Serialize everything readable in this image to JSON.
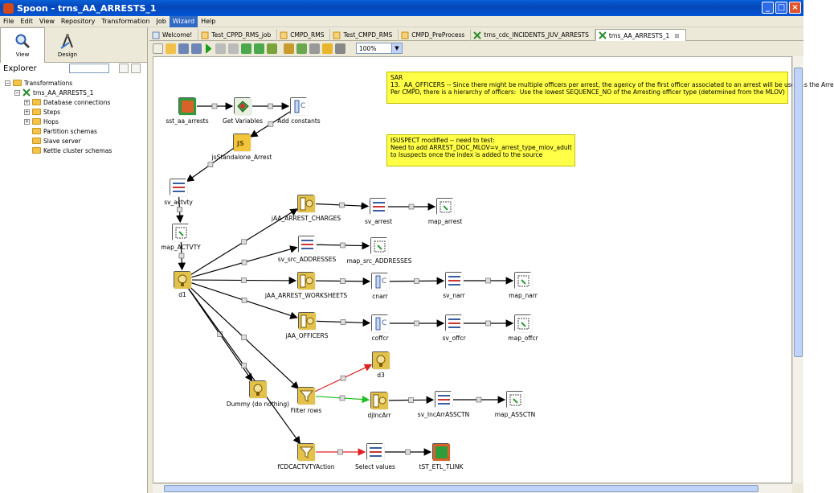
{
  "window": {
    "title": "Spoon - trns_AA_ARRESTS_1"
  },
  "menu": [
    "File",
    "Edit",
    "View",
    "Repository",
    "Transformation",
    "Job",
    "Wizard",
    "Help"
  ],
  "left": {
    "view_label": "View",
    "design_label": "Design",
    "explorer_label": "Explorer",
    "tree": [
      {
        "label": "Transformations",
        "level": 0,
        "expander": "−",
        "icon": "folder"
      },
      {
        "label": "trns_AA_ARRESTS_1",
        "level": 1,
        "expander": "−",
        "icon": "hop"
      },
      {
        "label": "Database connections",
        "level": 2,
        "expander": "+",
        "icon": "folder"
      },
      {
        "label": "Steps",
        "level": 2,
        "expander": "+",
        "icon": "folder"
      },
      {
        "label": "Hops",
        "level": 2,
        "expander": "+",
        "icon": "folder"
      },
      {
        "label": "Partition schemas",
        "level": 2,
        "expander": "",
        "icon": "folder"
      },
      {
        "label": "Slave server",
        "level": 2,
        "expander": "",
        "icon": "folder"
      },
      {
        "label": "Kettle cluster schemas",
        "level": 2,
        "expander": "",
        "icon": "folder"
      }
    ]
  },
  "tabs": [
    {
      "label": "Welcome!",
      "icon": "welcome"
    },
    {
      "label": "Test_CPPD_RMS_job",
      "icon": "job"
    },
    {
      "label": "CMPD_RMS",
      "icon": "job"
    },
    {
      "label": "Test_CMPD_RMS",
      "icon": "job"
    },
    {
      "label": "CMPD_PreProcess",
      "icon": "job"
    },
    {
      "label": "trns_cdc_INCIDENTS_JUV_ARRESTS",
      "icon": "trans"
    },
    {
      "label": "trns_AA_ARRESTS_1",
      "icon": "trans",
      "active": true,
      "close": "⊠"
    }
  ],
  "zoom": "100%",
  "notes": [
    {
      "id": "sar-note",
      "text": "SAR\n13.  AA_OFFICERS -- Since there might be multiple officers per arrest, the agency of the first officer associated to an arrest will be used as the Arre\nPer CMPD, there is a hierarchy of officers:  Use the lowest SEQUENCE_NO of the Arresting officer type (determined from the MLOV)"
    },
    {
      "id": "isuspect-note",
      "text": "ISUSPECT modified -- need to test:\nNeed to add ARREST_DOC_MLOV=v_arrest_type_mlov_adult\nto Isuspects once the index is added to the source"
    }
  ],
  "steps": [
    {
      "id": "sst_aa_arrests",
      "label": "sst_aa_arrests",
      "kind": "table-input"
    },
    {
      "id": "get_variables",
      "label": "Get Variables",
      "kind": "get-variables"
    },
    {
      "id": "add_constants",
      "label": "Add constants",
      "kind": "constants"
    },
    {
      "id": "js_standalone",
      "label": "jsStandalone_Arrest",
      "kind": "javascript"
    },
    {
      "id": "sv_actvty",
      "label": "sv_actvty",
      "kind": "select-values"
    },
    {
      "id": "map_actvty",
      "label": "map_ACTVTY",
      "kind": "mapping"
    },
    {
      "id": "d1",
      "label": "d1",
      "kind": "dummy"
    },
    {
      "id": "jaa_arrest_charges",
      "label": "jAA_ARREST_CHARGES",
      "kind": "join"
    },
    {
      "id": "sv_arrest",
      "label": "sv_arrest",
      "kind": "select-values"
    },
    {
      "id": "map_arrest",
      "label": "map_arrest",
      "kind": "mapping"
    },
    {
      "id": "sv_src_addresses",
      "label": "sv_src_ADDRESSES",
      "kind": "select-values"
    },
    {
      "id": "map_src_addresses",
      "label": "map_src_ADDRESSES",
      "kind": "mapping"
    },
    {
      "id": "jaa_arrest_worksheets",
      "label": "jAA_ARREST_WORKSHEETS",
      "kind": "join"
    },
    {
      "id": "cnarr",
      "label": "cnarr",
      "kind": "constants"
    },
    {
      "id": "sv_narr",
      "label": "sv_narr",
      "kind": "select-values"
    },
    {
      "id": "map_narr",
      "label": "map_narr",
      "kind": "mapping"
    },
    {
      "id": "jaa_officers",
      "label": "jAA_OFFICERS",
      "kind": "join"
    },
    {
      "id": "coffcr",
      "label": "coffcr",
      "kind": "constants"
    },
    {
      "id": "sv_offcr",
      "label": "sv_offcr",
      "kind": "select-values"
    },
    {
      "id": "map_offcr",
      "label": "map_offcr",
      "kind": "mapping"
    },
    {
      "id": "dummy_do_nothing",
      "label": "Dummy (do nothing)",
      "kind": "dummy"
    },
    {
      "id": "filter_rows",
      "label": "Filter rows",
      "kind": "filter"
    },
    {
      "id": "d3",
      "label": "d3",
      "kind": "dummy"
    },
    {
      "id": "djincarr",
      "label": "djIncArr",
      "kind": "join"
    },
    {
      "id": "sv_incarrasscton",
      "label": "sv_IncArrASSCTN",
      "kind": "select-values"
    },
    {
      "id": "map_assctn",
      "label": "map_ASSCTN",
      "kind": "mapping"
    },
    {
      "id": "fcdcactvtyaction",
      "label": "fCDCACTVTYAction",
      "kind": "filter"
    },
    {
      "id": "select_values",
      "label": "Select values",
      "kind": "select-values"
    },
    {
      "id": "tst_etl_tlink",
      "label": "tST_ETL_TLINK",
      "kind": "table-output"
    }
  ],
  "colors": {
    "hop": "#000000",
    "true_hop": "#22c022",
    "false_hop": "#e02020",
    "note": "#ffff47"
  }
}
